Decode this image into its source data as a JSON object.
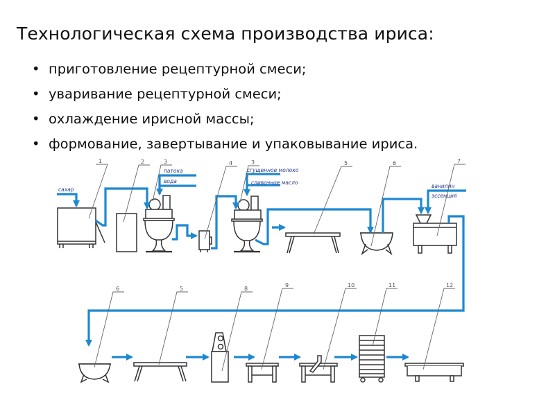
{
  "slide": {
    "title": "Технологическая схема производства ириса:",
    "bullets": [
      "приготовление рецептурной смеси;",
      "уваривание рецептурной смеси;",
      "охлаждение ирисной массы;",
      "формование, завертывание и упаковывание ириса."
    ],
    "bullet_glyph": "•"
  },
  "diagram": {
    "colors": {
      "pipe": "#1e88d0",
      "equipment": "#333333",
      "ingredient_text": "#2a3a8a"
    },
    "top_row": {
      "equipment_numbers": [
        "1",
        "2",
        "3",
        "4",
        "3",
        "5",
        "6",
        "7"
      ],
      "ingredients": {
        "sugar": "сахар",
        "molasses": "патока",
        "water": "вода",
        "condensed_milk": "сгущенное молоко",
        "butter": "сливочное масло",
        "vanillin": "ванилин",
        "essence": "эссенция"
      }
    },
    "bottom_row": {
      "equipment_numbers": [
        "6",
        "5",
        "8",
        "9",
        "10",
        "11",
        "12"
      ]
    }
  }
}
